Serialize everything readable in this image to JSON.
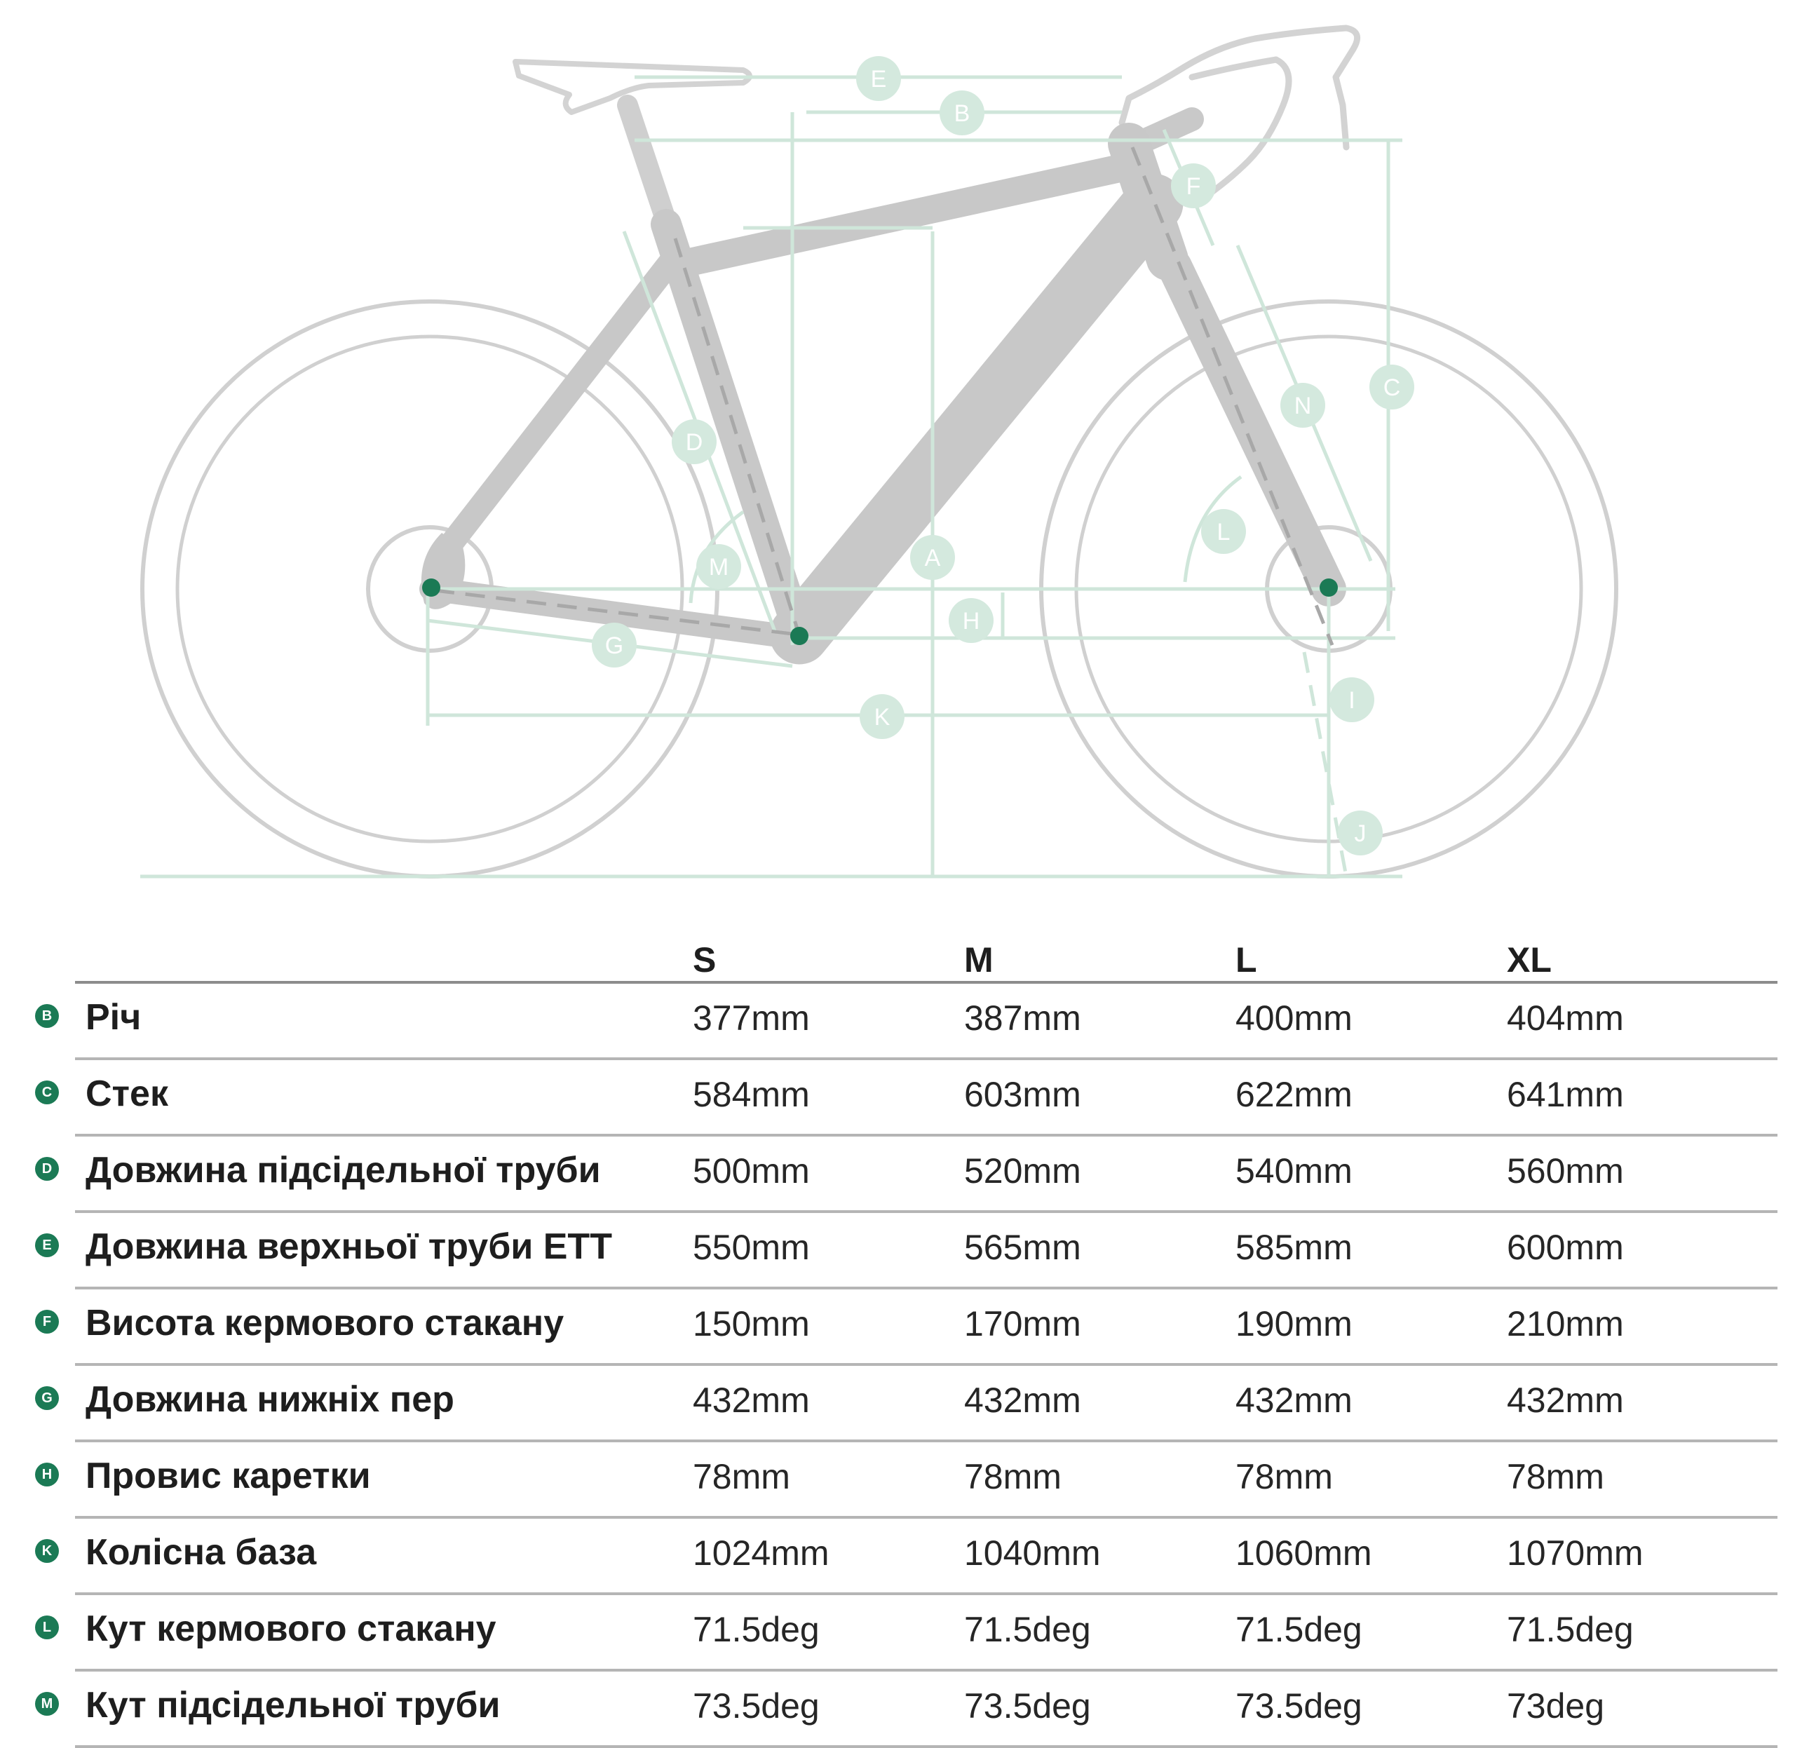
{
  "diagram": {
    "markers": [
      "E",
      "B",
      "F",
      "C",
      "D",
      "N",
      "L",
      "A",
      "M",
      "H",
      "G",
      "K",
      "I",
      "J"
    ]
  },
  "colors": {
    "accent": "#1b7a55",
    "frame": "#c8c8c8",
    "guide": "#cfe6da",
    "separator": "#b5b5b5"
  },
  "table": {
    "sizes": [
      "S",
      "M",
      "L",
      "XL"
    ],
    "rows": [
      {
        "badge": "B",
        "label": "Річ",
        "values": [
          "377mm",
          "387mm",
          "400mm",
          "404mm"
        ]
      },
      {
        "badge": "C",
        "label": "Стек",
        "values": [
          "584mm",
          "603mm",
          "622mm",
          "641mm"
        ]
      },
      {
        "badge": "D",
        "label": "Довжина підсідельної труби",
        "values": [
          "500mm",
          "520mm",
          "540mm",
          "560mm"
        ]
      },
      {
        "badge": "E",
        "label": "Довжина верхньої труби ETT",
        "values": [
          "550mm",
          "565mm",
          "585mm",
          "600mm"
        ]
      },
      {
        "badge": "F",
        "label": "Висота кермового стакану",
        "values": [
          "150mm",
          "170mm",
          "190mm",
          "210mm"
        ]
      },
      {
        "badge": "G",
        "label": "Довжина нижніх пер",
        "values": [
          "432mm",
          "432mm",
          "432mm",
          "432mm"
        ]
      },
      {
        "badge": "H",
        "label": "Провис каретки",
        "values": [
          "78mm",
          "78mm",
          "78mm",
          "78mm"
        ]
      },
      {
        "badge": "K",
        "label": "Колісна база",
        "values": [
          "1024mm",
          "1040mm",
          "1060mm",
          "1070mm"
        ]
      },
      {
        "badge": "L",
        "label": "Кут кермового стакану",
        "values": [
          "71.5deg",
          "71.5deg",
          "71.5deg",
          "71.5deg"
        ]
      },
      {
        "badge": "M",
        "label": "Кут підсідельної труби",
        "values": [
          "73.5deg",
          "73.5deg",
          "73.5deg",
          "73deg"
        ]
      }
    ]
  }
}
